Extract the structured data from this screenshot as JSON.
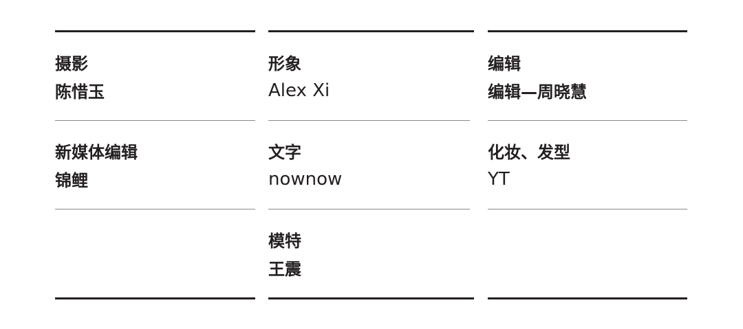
{
  "credits": {
    "columns": [
      {
        "cells": [
          {
            "role": "摄影",
            "name": "陈惜玉"
          },
          {
            "role": "新媒体编辑",
            "name": "锦鲤"
          },
          {
            "role": "",
            "name": ""
          }
        ]
      },
      {
        "cells": [
          {
            "role": "形象",
            "name": "Alex Xi"
          },
          {
            "role": "文字",
            "name": "nownow"
          },
          {
            "role": "模特",
            "name": "王震"
          }
        ]
      },
      {
        "cells": [
          {
            "role": "编辑",
            "name": "编辑—周晓慧"
          },
          {
            "role": "化妆、发型",
            "name": "YT"
          },
          {
            "role": "",
            "name": ""
          }
        ]
      }
    ]
  }
}
